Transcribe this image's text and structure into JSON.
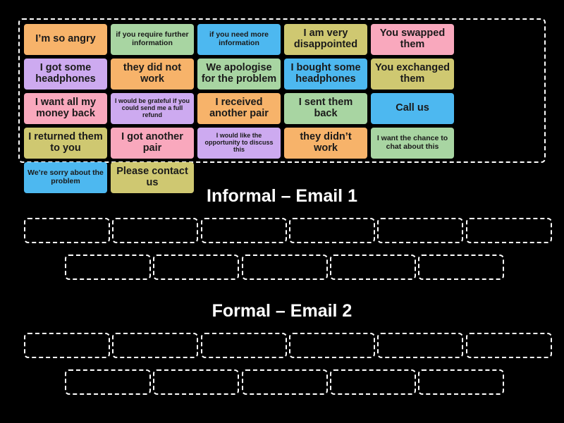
{
  "page": {
    "background_color": "#000000",
    "outline_color": "#ffffff"
  },
  "word_bank": {
    "name": "word-bank",
    "tiles": [
      {
        "text": "I’m so angry",
        "color": "#f7b36a",
        "size": "big"
      },
      {
        "text": "if you require further information",
        "color": "#a8d5a2",
        "size": "small"
      },
      {
        "text": "if you need more information",
        "color": "#4db8f0",
        "size": "small"
      },
      {
        "text": "I am very disappointed",
        "color": "#cfc871",
        "size": "big"
      },
      {
        "text": "You swapped them",
        "color": "#f9a8bd",
        "size": "big"
      },
      {
        "text": "I got some headphones",
        "color": "#cdaaf0",
        "size": "big"
      },
      {
        "text": "they did not work",
        "color": "#f7b36a",
        "size": "big"
      },
      {
        "text": "We apologise for the problem",
        "color": "#a8d5a2",
        "size": "big"
      },
      {
        "text": "I bought some headphones",
        "color": "#4db8f0",
        "size": "big"
      },
      {
        "text": "You exchanged them",
        "color": "#cfc871",
        "size": "big"
      },
      {
        "text": "I want all my money back",
        "color": "#f9a8bd",
        "size": "big"
      },
      {
        "text": "I would be grateful if you could send me a full refund",
        "color": "#cdaaf0",
        "size": "tiny"
      },
      {
        "text": "I received another pair",
        "color": "#f7b36a",
        "size": "big"
      },
      {
        "text": "I sent them back",
        "color": "#a8d5a2",
        "size": "big"
      },
      {
        "text": "Call us",
        "color": "#4db8f0",
        "size": "big"
      },
      {
        "text": "I returned them to you",
        "color": "#cfc871",
        "size": "big"
      },
      {
        "text": "I got another pair",
        "color": "#f9a8bd",
        "size": "big"
      },
      {
        "text": "I would like the opportunity to discuss this",
        "color": "#cdaaf0",
        "size": "tiny"
      },
      {
        "text": "they didn’t work",
        "color": "#f7b36a",
        "size": "big"
      },
      {
        "text": "I want the chance to chat about this",
        "color": "#a8d5a2",
        "size": "small"
      },
      {
        "text": "We’re sorry about the problem",
        "color": "#4db8f0",
        "size": "small"
      },
      {
        "text": "Please contact us",
        "color": "#cfc871",
        "size": "big"
      }
    ]
  },
  "sections": [
    {
      "title": "Informal – Email 1",
      "rows": [
        {
          "slots": [
            {
              "width": 122,
              "gap": 0
            },
            {
              "width": 122,
              "gap": 3
            },
            {
              "width": 122,
              "gap": 4
            },
            {
              "width": 122,
              "gap": 3
            },
            {
              "width": 122,
              "gap": 3
            },
            {
              "width": 122,
              "gap": 4
            }
          ]
        },
        {
          "slots": [
            {
              "width": 122,
              "gap": 0
            },
            {
              "width": 122,
              "gap": 3
            },
            {
              "width": 122,
              "gap": 4
            },
            {
              "width": 122,
              "gap": 3
            },
            {
              "width": 122,
              "gap": 3
            }
          ]
        }
      ]
    },
    {
      "title": "Formal – Email 2",
      "rows": [
        {
          "slots": [
            {
              "width": 122,
              "gap": 0
            },
            {
              "width": 122,
              "gap": 3
            },
            {
              "width": 122,
              "gap": 4
            },
            {
              "width": 122,
              "gap": 3
            },
            {
              "width": 122,
              "gap": 3
            },
            {
              "width": 122,
              "gap": 4
            }
          ]
        },
        {
          "slots": [
            {
              "width": 122,
              "gap": 0
            },
            {
              "width": 122,
              "gap": 3
            },
            {
              "width": 122,
              "gap": 4
            },
            {
              "width": 122,
              "gap": 3
            },
            {
              "width": 122,
              "gap": 3
            }
          ]
        }
      ]
    }
  ]
}
